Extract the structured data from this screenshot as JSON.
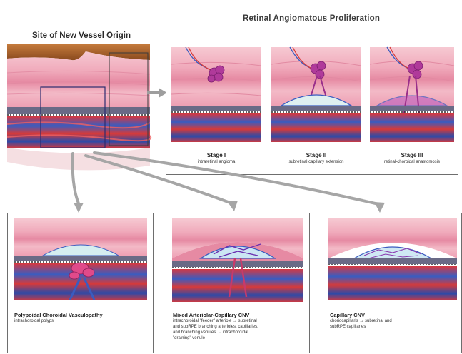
{
  "origin": {
    "title": "Site of New Vessel Origin"
  },
  "rap": {
    "title": "Retinal Angiomatous Proliferation",
    "stages": [
      {
        "name": "Stage I",
        "desc": "intraretinal angioma"
      },
      {
        "name": "Stage II",
        "desc": "subretinal capillary extension"
      },
      {
        "name": "Stage III",
        "desc": "retinal-choroidal anastomosis"
      }
    ]
  },
  "bottom": [
    {
      "title": "Polypoidal Choroidal Vasculopathy",
      "desc": [
        "intrachoroidal polyps"
      ]
    },
    {
      "title": "Mixed Arteriolar-Capillary CNV",
      "desc": [
        "intrachoroidal \"feeder\" arteriole → subretinal",
        "and subRPE branching arterioles, capillaries,",
        "and branching venules → intrachoroidal",
        "\"draining\" venule"
      ]
    },
    {
      "title": "Capillary CNV",
      "desc": [
        "choriocapillaris → subretinal and",
        "subRPE capillaries"
      ]
    }
  ],
  "colors": {
    "retina_pink": "#f2b3c0",
    "retina_band": "#e07a95",
    "choroid_red": "#d9363c",
    "choroid_blue": "#2b4fb0",
    "rpe_dark": "#4a4a6a",
    "vessel_magenta": "#b03a9a",
    "arrow_gray": "#a0a0a0",
    "surface_brown": "#a05a28"
  },
  "icons": {
    "arrow": "gray-arrow-icon",
    "lesion": "vascular-lesion-icon"
  }
}
